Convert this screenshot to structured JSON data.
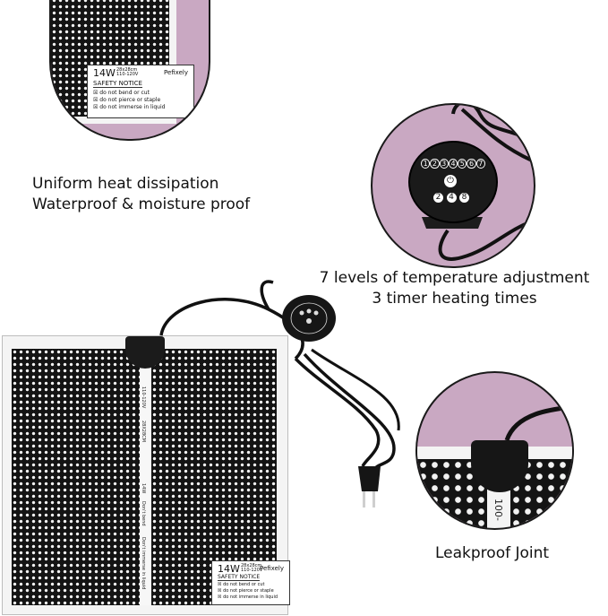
{
  "captions": {
    "heat": [
      "Uniform heat dissipation",
      "Waterproof & moisture proof"
    ],
    "temperature": [
      "7 levels of temperature adjustment",
      "3 timer heating times"
    ],
    "joint": "Leakproof Joint"
  },
  "safety_label": {
    "watt": "14W",
    "brand": "Pefixely",
    "specs": [
      "28x28cm",
      "110-120V"
    ],
    "notice": "SAFETY NOTICE",
    "warnings": [
      "do not bend or cut",
      "do not pierce or staple",
      "do not immerse in liquid"
    ]
  },
  "controller": {
    "levels": [
      "1",
      "2",
      "3",
      "4",
      "5",
      "6",
      "7"
    ],
    "timers": [
      "2",
      "4",
      "8"
    ]
  },
  "strip_text": [
    "110-120V",
    "28X28CM",
    "14W",
    "Don't bend",
    "Don't immerse in liquid"
  ],
  "joint_text": "100-",
  "colors": {
    "lavender": "#c9a8c2",
    "pad": "#141414",
    "frame": "#f4f4f4"
  }
}
